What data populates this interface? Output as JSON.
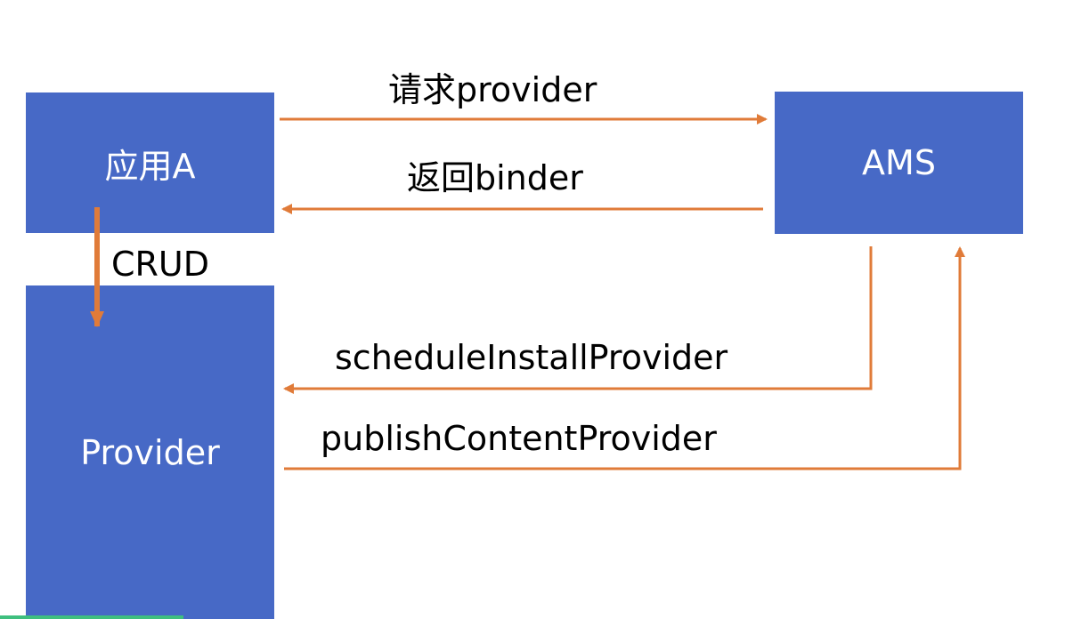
{
  "colors": {
    "box_fill": "#4769C6",
    "arrow": "#E07B39",
    "text_on_box": "#ffffff",
    "text": "#000000"
  },
  "nodes": {
    "app_a": "应用A",
    "ams": "AMS",
    "provider": "Provider"
  },
  "edges": {
    "request_provider": "请求provider",
    "return_binder": "返回binder",
    "crud": "CRUD",
    "schedule_install_provider": "scheduleInstallProvider",
    "publish_content_provider": "publishContentProvider"
  }
}
